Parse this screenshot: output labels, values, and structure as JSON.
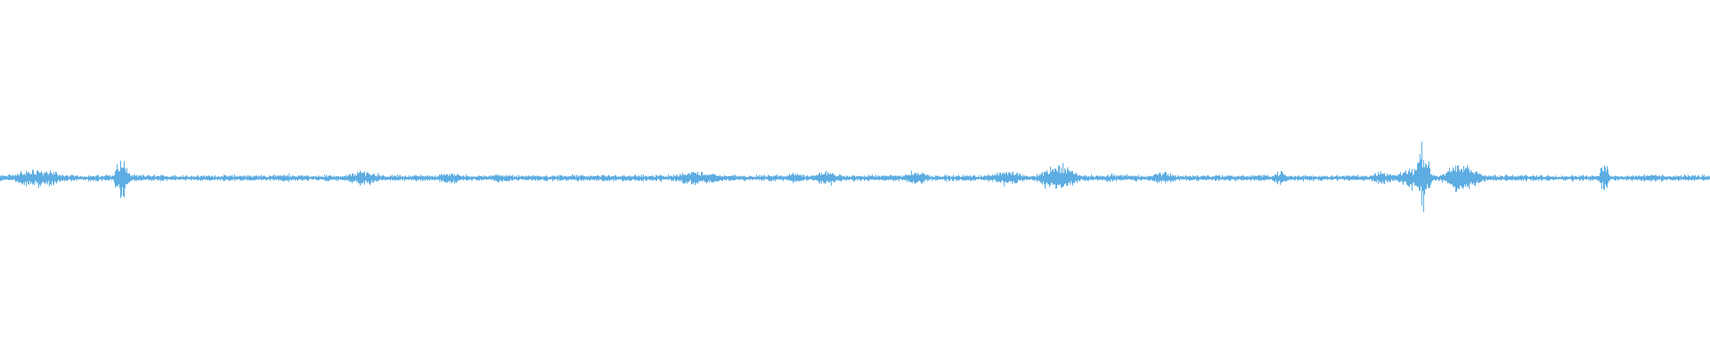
{
  "waveform": {
    "color": "#5dade2",
    "baseline_amplitude": 0.015,
    "bursts": [
      {
        "t": 0.022,
        "amp": 0.06,
        "width": 0.012
      },
      {
        "t": 0.071,
        "amp": 0.14,
        "width": 0.003
      },
      {
        "t": 0.167,
        "amp": 0.03,
        "width": 0.004
      },
      {
        "t": 0.213,
        "amp": 0.05,
        "width": 0.008
      },
      {
        "t": 0.263,
        "amp": 0.04,
        "width": 0.006
      },
      {
        "t": 0.293,
        "amp": 0.03,
        "width": 0.005
      },
      {
        "t": 0.408,
        "amp": 0.05,
        "width": 0.01
      },
      {
        "t": 0.465,
        "amp": 0.04,
        "width": 0.004
      },
      {
        "t": 0.483,
        "amp": 0.05,
        "width": 0.006
      },
      {
        "t": 0.536,
        "amp": 0.05,
        "width": 0.006
      },
      {
        "t": 0.588,
        "amp": 0.05,
        "width": 0.008
      },
      {
        "t": 0.618,
        "amp": 0.1,
        "width": 0.008
      },
      {
        "t": 0.65,
        "amp": 0.03,
        "width": 0.004
      },
      {
        "t": 0.68,
        "amp": 0.04,
        "width": 0.006
      },
      {
        "t": 0.748,
        "amp": 0.05,
        "width": 0.003
      },
      {
        "t": 0.808,
        "amp": 0.04,
        "width": 0.006
      },
      {
        "t": 0.826,
        "amp": 0.08,
        "width": 0.006
      },
      {
        "t": 0.832,
        "amp": 0.22,
        "width": 0.003
      },
      {
        "t": 0.855,
        "amp": 0.1,
        "width": 0.008
      },
      {
        "t": 0.938,
        "amp": 0.11,
        "width": 0.002
      },
      {
        "t": 0.963,
        "amp": 0.03,
        "width": 0.004
      }
    ]
  }
}
